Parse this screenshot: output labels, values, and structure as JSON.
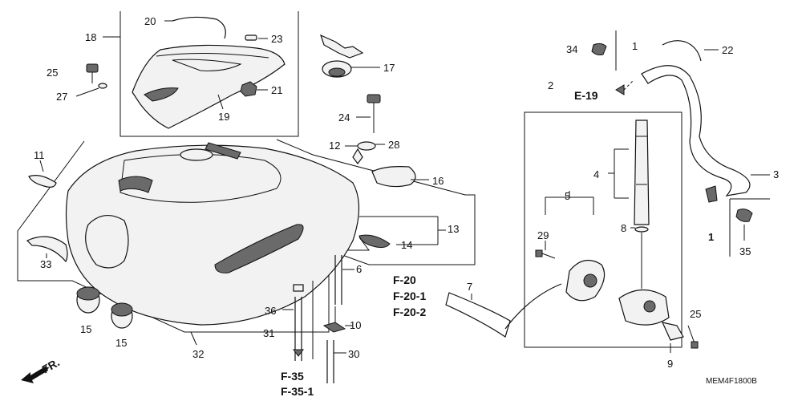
{
  "diagram_code": "MEM4F1800B",
  "direction_label": "FR.",
  "ref_codes": {
    "e19": "E-19",
    "f20": "F-20",
    "f20_1": "F-20-1",
    "f20_2": "F-20-2",
    "f35": "F-35",
    "f35_1": "F-35-1"
  },
  "callouts": {
    "c1a": "1",
    "c1b": "1",
    "c2": "2",
    "c3": "3",
    "c4": "4",
    "c5": "5",
    "c6": "6",
    "c7": "7",
    "c8": "8",
    "c9": "9",
    "c10": "10",
    "c11": "11",
    "c12": "12",
    "c13": "13",
    "c14": "14",
    "c15a": "15",
    "c15b": "15",
    "c16": "16",
    "c17": "17",
    "c18": "18",
    "c19": "19",
    "c20": "20",
    "c21": "21",
    "c22": "22",
    "c23": "23",
    "c24": "24",
    "c25a": "25",
    "c25b": "25",
    "c27": "27",
    "c28": "28",
    "c29": "29",
    "c30": "30",
    "c31": "31",
    "c32": "32",
    "c33": "33",
    "c34": "34",
    "c35": "35",
    "c36": "36"
  }
}
